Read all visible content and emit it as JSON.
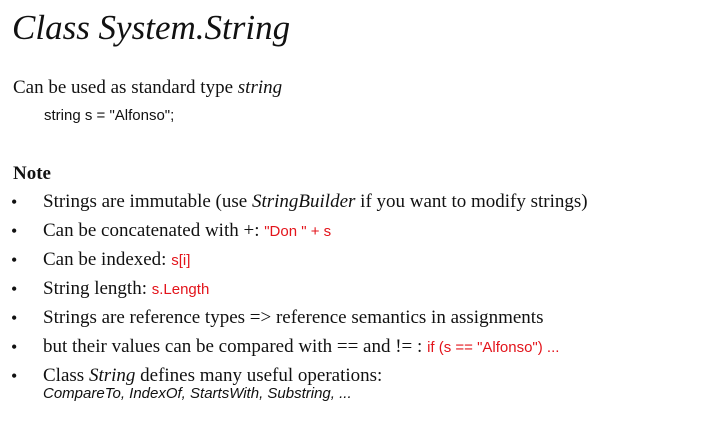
{
  "title": "Class System.String",
  "intro": {
    "text": "Can be used as standard type ",
    "type_word": "string"
  },
  "code_example": "string s = \"Alfonso\";",
  "note_heading": "Note",
  "bullets": [
    {
      "before": "Strings are immutable (use ",
      "italic": "StringBuilder",
      "after": " if you want to modify strings)"
    },
    {
      "text": "Can be concatenated with +: ",
      "code": "\"Don \" + s"
    },
    {
      "text": "Can be indexed: ",
      "code": "s[i]"
    },
    {
      "text": "String length: ",
      "code": "s.Length"
    },
    {
      "text": "Strings are reference types => reference semantics in assignments"
    },
    {
      "text": "but their values can be compared with  == and != : ",
      "code": "if (s == \"Alfonso\") ..."
    },
    {
      "before": "Class ",
      "italic": "String",
      "after": " defines many useful operations:",
      "sub": "CompareTo, IndexOf, StartsWith, Substring, ..."
    }
  ],
  "bullet_symbol": "•",
  "colors": {
    "text": "#111111",
    "code_highlight": "#e3141b",
    "background": "#ffffff"
  }
}
